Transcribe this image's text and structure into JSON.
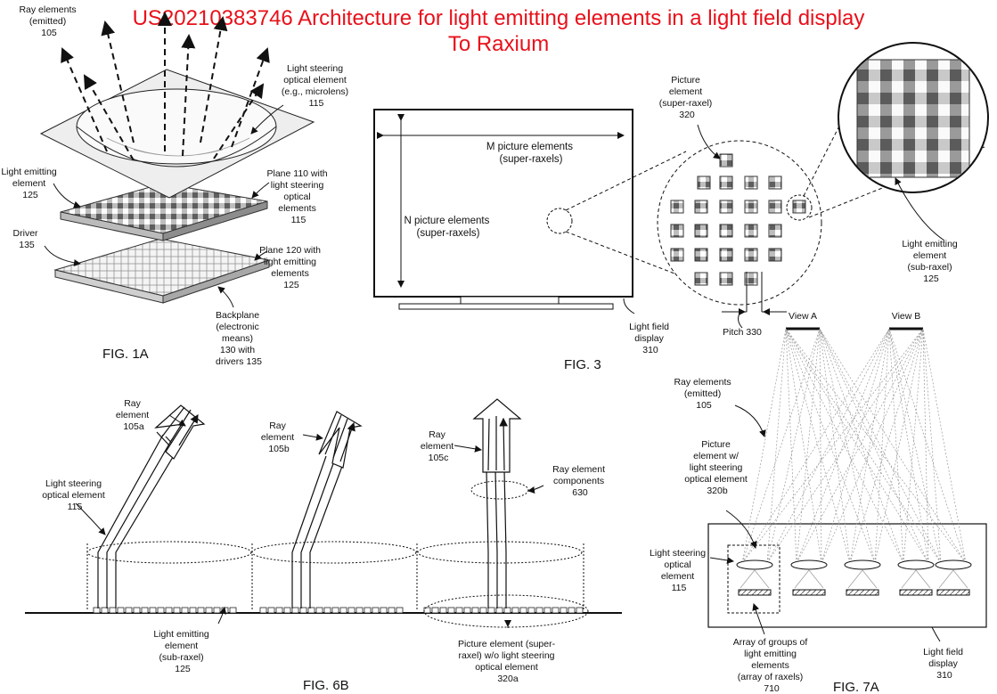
{
  "title": {
    "line1": "US20210383746 Architecture for light emitting elements in a light field display",
    "line2": "To Raxium"
  },
  "fig1a": {
    "caption": "FIG. 1A",
    "rays": [
      "Ray elements",
      "(emitted)",
      "105"
    ],
    "lens": [
      "Light steering",
      "optical element",
      "(e.g., microlens)",
      "115"
    ],
    "plane110": [
      "Plane 110 with",
      "light steering",
      "optical",
      "elements",
      "115"
    ],
    "lee": [
      "Light emitting",
      "element",
      "125"
    ],
    "driver": [
      "Driver",
      "135"
    ],
    "plane120": [
      "Plane 120 with",
      "light emitting",
      "elements",
      "125"
    ],
    "backplane": [
      "Backplane",
      "(electronic",
      "means)",
      "130 with",
      "drivers 135"
    ]
  },
  "fig3": {
    "caption": "FIG. 3",
    "m": [
      "M picture elements",
      "(super-raxels)"
    ],
    "n": [
      "N picture elements",
      "(super-raxels)"
    ],
    "display": [
      "Light field",
      "display",
      "310"
    ],
    "picture": [
      "Picture",
      "element",
      "(super-raxel)",
      "320"
    ],
    "pitch": "Pitch 330",
    "subraxel": [
      "Light emitting",
      "element",
      "(sub-raxel)",
      "125"
    ]
  },
  "fig6b": {
    "caption": "FIG. 6B",
    "ray_a": [
      "Ray",
      "element",
      "105a"
    ],
    "ray_b": [
      "Ray",
      "element",
      "105b"
    ],
    "ray_c": [
      "Ray",
      "element",
      "105c"
    ],
    "steering": [
      "Light steering",
      "optical element",
      "115"
    ],
    "components": [
      "Ray element",
      "components",
      "630"
    ],
    "lee": [
      "Light emitting",
      "element",
      "(sub-raxel)",
      "125"
    ],
    "picture": [
      "Picture element (super-",
      "raxel) w/o light steering",
      "optical element",
      "320a"
    ]
  },
  "fig7a": {
    "caption": "FIG. 7A",
    "view_a": "View A",
    "view_b": "View B",
    "rays": [
      "Ray elements",
      "(emitted)",
      "105"
    ],
    "picture": [
      "Picture",
      "element w/",
      "light steering",
      "optical element",
      "320b"
    ],
    "steering": [
      "Light steering",
      "optical",
      "element",
      "115"
    ],
    "array": [
      "Array of groups of",
      "light emitting",
      "elements",
      "(array of raxels)",
      "710"
    ],
    "display": [
      "Light field",
      "display",
      "310"
    ]
  }
}
